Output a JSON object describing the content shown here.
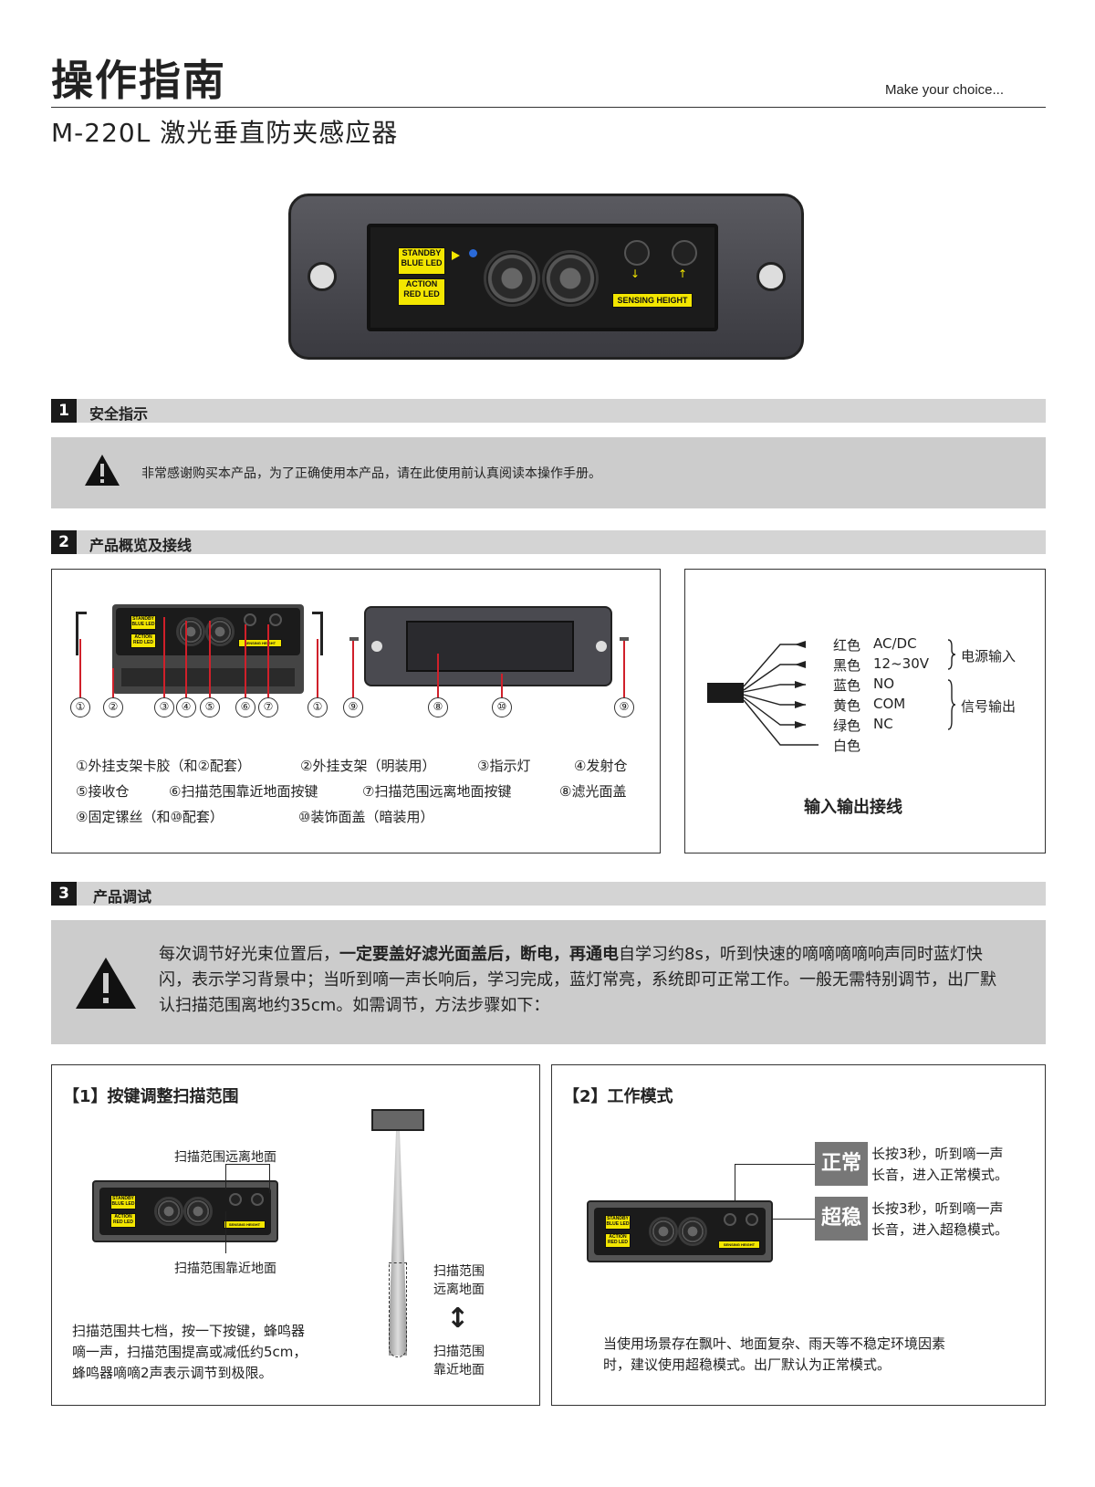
{
  "header": {
    "title": "操作指南",
    "tagline": "Make  your choice...",
    "subtitle": "M-220L 激光垂直防夹感应器"
  },
  "device": {
    "standby": "STANDBY",
    "blue_led": "BLUE LED",
    "action": "ACTION",
    "red_led": "RED LED",
    "sensing_height": "SENSING HEIGHT"
  },
  "section1": {
    "num": "1",
    "label": "安全指示",
    "notice": "非常感谢购买本产品，为了正确使用本产品，请在此使用前认真阅读本操作手册。"
  },
  "section2": {
    "num": "2",
    "label": "产品概览及接线",
    "callouts_left": [
      "①",
      "②",
      "③",
      "④",
      "⑤",
      "⑥",
      "⑦",
      "①"
    ],
    "callouts_right": [
      "⑨",
      "⑧",
      "⑩",
      "⑨"
    ],
    "legend": {
      "l1": "①外挂支架卡胶（和②配套）",
      "l2": "②外挂支架（明装用）",
      "l3": "③指示灯",
      "l4": "④发射仓",
      "l5": "⑤接收仓",
      "l6": "⑥扫描范围靠近地面按键",
      "l7": "⑦扫描范围远离地面按键",
      "l8": "⑧滤光面盖",
      "l9": "⑨固定镙丝（和⑩配套）",
      "l10": "⑩装饰面盖（暗装用）"
    },
    "wiring": {
      "rows": [
        {
          "color": "红色",
          "value": "AC/DC"
        },
        {
          "color": "黑色",
          "value": "12~30V"
        },
        {
          "color": "蓝色",
          "value": "NO"
        },
        {
          "color": "黄色",
          "value": "COM"
        },
        {
          "color": "绿色",
          "value": "NC"
        },
        {
          "color": "白色",
          "value": ""
        }
      ],
      "power_label": "电源输入",
      "signal_label": "信号输出",
      "caption": "输入输出接线"
    }
  },
  "section3": {
    "num": "3",
    "label": "产品调试",
    "notice_pre": "每次调节好光束位置后，",
    "notice_bold": "一定要盖好滤光面盖后，断电，再通电",
    "notice_post": "自学习约8s，听到快速的嘀嘀嘀嘀响声同时蓝灯快闪，表示学习背景中；当听到嘀一声长响后，学习完成，蓝灯常亮，系统即可正常工作。一般无需特别调节，出厂默认扫描范围离地约35cm。如需调节，方法步骤如下：",
    "panel1": {
      "title": "【1】按键调整扫描范围",
      "far_label": "扫描范围远离地面",
      "near_label": "扫描范围靠近地面",
      "range_far": [
        "扫描范围",
        "远离地面"
      ],
      "range_near": [
        "扫描范围",
        "靠近地面"
      ],
      "desc": [
        "扫描范围共七档，按一下按键，蜂鸣器",
        "嘀一声，扫描范围提高或减低约5cm，",
        "蜂鸣器嘀嘀2声表示调节到极限。"
      ]
    },
    "panel2": {
      "title": "【2】工作模式",
      "normal_tag": "正常",
      "normal_text": [
        "长按3秒，听到嘀一声",
        "长音，进入正常模式。"
      ],
      "stable_tag": "超稳",
      "stable_text": [
        "长按3秒，听到嘀一声",
        "长音，进入超稳模式。"
      ],
      "desc": [
        "当使用场景存在飘叶、地面复杂、雨天等不稳定环境因素",
        "时，建议使用超稳模式。出厂默认为正常模式。"
      ]
    }
  }
}
